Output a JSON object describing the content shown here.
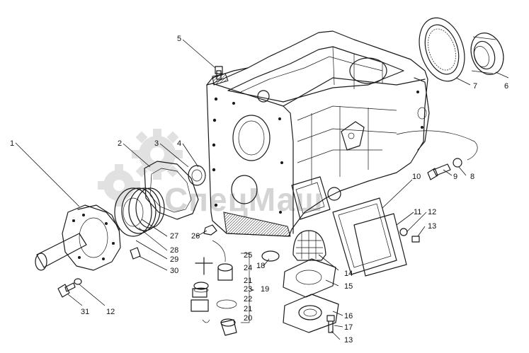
{
  "watermark": {
    "text": "СпецМаш",
    "color": "#d4d4d4"
  },
  "callouts": [
    {
      "id": "c1",
      "text": "1"
    },
    {
      "id": "c2",
      "text": "2"
    },
    {
      "id": "c3",
      "text": "3"
    },
    {
      "id": "c4",
      "text": "4"
    },
    {
      "id": "c5",
      "text": "5"
    },
    {
      "id": "c6",
      "text": "6"
    },
    {
      "id": "c7",
      "text": "7"
    },
    {
      "id": "c8",
      "text": "8"
    },
    {
      "id": "c9",
      "text": "9"
    },
    {
      "id": "c10",
      "text": "10"
    },
    {
      "id": "c11",
      "text": "11"
    },
    {
      "id": "c12a",
      "text": "12"
    },
    {
      "id": "c13a",
      "text": "13"
    },
    {
      "id": "c14",
      "text": "14"
    },
    {
      "id": "c15",
      "text": "15"
    },
    {
      "id": "c16",
      "text": "16"
    },
    {
      "id": "c17",
      "text": "17"
    },
    {
      "id": "c13b",
      "text": "13"
    },
    {
      "id": "c18",
      "text": "18"
    },
    {
      "id": "c19",
      "text": "19"
    },
    {
      "id": "c20",
      "text": "20"
    },
    {
      "id": "c21a",
      "text": "21"
    },
    {
      "id": "c22",
      "text": "22"
    },
    {
      "id": "c23",
      "text": "23"
    },
    {
      "id": "c21b",
      "text": "21"
    },
    {
      "id": "c24",
      "text": "24"
    },
    {
      "id": "c25",
      "text": "25"
    },
    {
      "id": "c26",
      "text": "26"
    },
    {
      "id": "c27",
      "text": "27"
    },
    {
      "id": "c28",
      "text": "28"
    },
    {
      "id": "c29",
      "text": "29"
    },
    {
      "id": "c30",
      "text": "30"
    },
    {
      "id": "c31",
      "text": "31"
    },
    {
      "id": "c12b",
      "text": "12"
    }
  ]
}
